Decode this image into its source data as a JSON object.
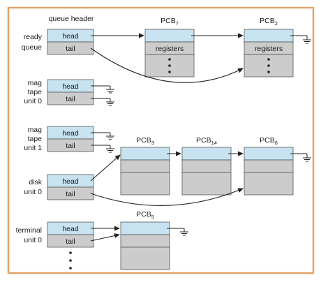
{
  "header_label": "queue header",
  "field_head": "head",
  "field_tail": "tail",
  "field_registers": "registers",
  "pcb_prefix": "PCB",
  "queues": [
    {
      "line1": "ready",
      "line2": "queue"
    },
    {
      "line1": "mag",
      "line2": "tape",
      "line3": "unit 0"
    },
    {
      "line1": "mag",
      "line2": "tape",
      "line3": "unit 1"
    },
    {
      "line1": "disk",
      "line2": "unit 0"
    },
    {
      "line1": "terminal",
      "line2": "unit 0"
    }
  ],
  "pcbs": [
    {
      "sub": "7"
    },
    {
      "sub": "2"
    },
    {
      "sub": "3"
    },
    {
      "sub": "14"
    },
    {
      "sub": "6"
    },
    {
      "sub": "5"
    }
  ],
  "colors": {
    "frame": "#e0a368",
    "field_blue": "#c7e3f1",
    "field_gray": "#cccccc",
    "stroke": "#555555",
    "arrow": "#222222"
  }
}
